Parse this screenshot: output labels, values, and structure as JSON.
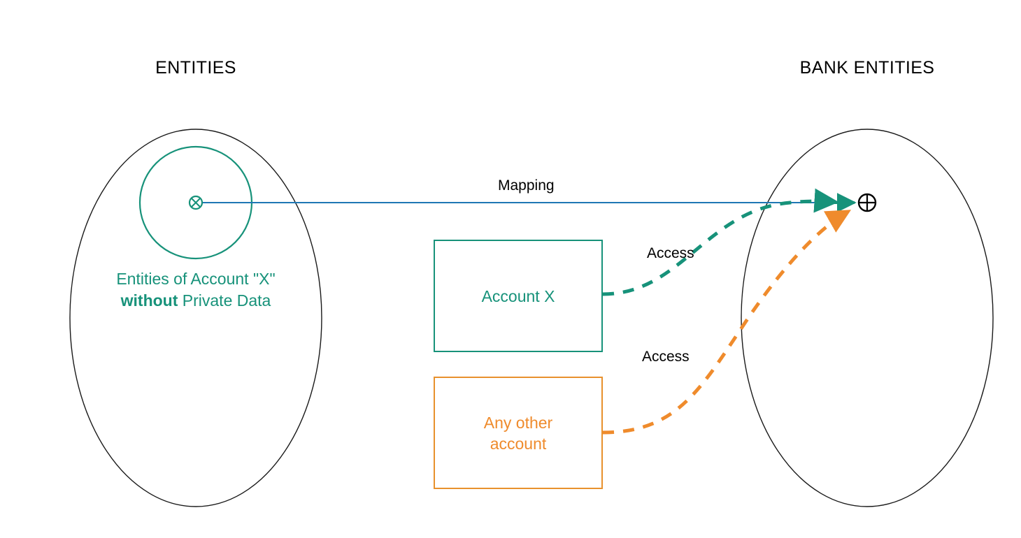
{
  "diagram": {
    "title_left": "ENTITIES",
    "title_right": "BANK ENTITIES",
    "left_ellipse": {
      "name": "entities-universe",
      "caption_line1": "Entities of Account \"X\"",
      "caption_strong": "without",
      "caption_line2_rest": " Private Data"
    },
    "inner_circle": {
      "name": "account-x-entity-set",
      "marker": "circle-times"
    },
    "right_ellipse": {
      "name": "bank-entities-universe",
      "marker": "circle-plus"
    },
    "boxes": [
      {
        "id": "account-x",
        "label": "Account X",
        "color": "#17927a"
      },
      {
        "id": "any-other-account",
        "label_line1": "Any other",
        "label_line2": "account",
        "color": "#ef8b2c"
      }
    ],
    "edges": [
      {
        "id": "mapping",
        "label": "Mapping",
        "style": "solid",
        "color": "#1f77b4"
      },
      {
        "id": "access-account-x",
        "label": "Access",
        "style": "dashed",
        "color": "#17927a"
      },
      {
        "id": "access-any-other",
        "label": "Access",
        "style": "dashed",
        "color": "#ef8b2c"
      }
    ],
    "colors": {
      "teal": "#17927a",
      "orange": "#ef8b2c",
      "blue": "#1f77b4",
      "outline": "#1a1a1a",
      "text": "#000000",
      "background": "#ffffff"
    }
  }
}
